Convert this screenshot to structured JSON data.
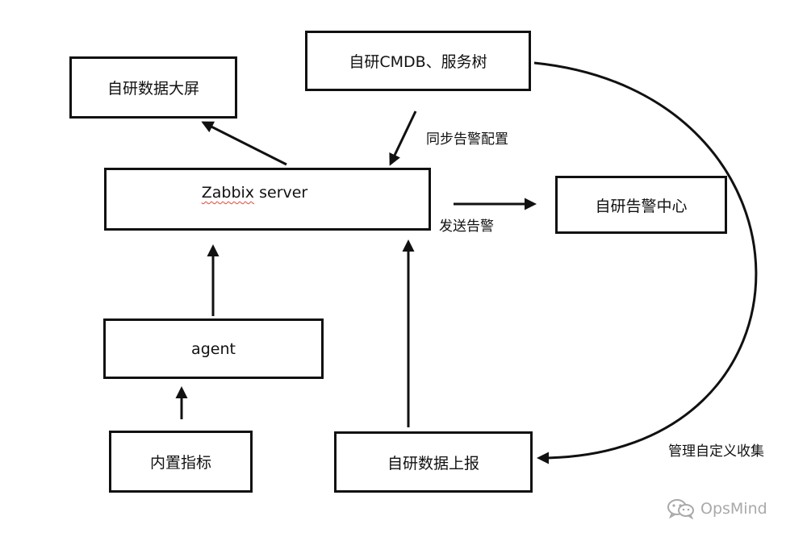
{
  "nodes": {
    "cmdb": "自研CMDB、服务树",
    "bigscreen": "自研数据大屏",
    "zabbix_word": "Zabbix",
    "zabbix_rest": " server",
    "alert_center": "自研告警中心",
    "agent": "agent",
    "builtin_metrics": "内置指标",
    "data_report": "自研数据上报"
  },
  "edge_labels": {
    "sync_alert_config": "同步告警配置",
    "send_alert": "发送告警",
    "custom_collection": "管理自定义收集"
  },
  "watermark": {
    "icon": "wechat-icon",
    "text": "OpsMind"
  },
  "colors": {
    "line": "#111111",
    "spellcheck": "#d94a3a",
    "watermark": "#a9a9a9"
  }
}
